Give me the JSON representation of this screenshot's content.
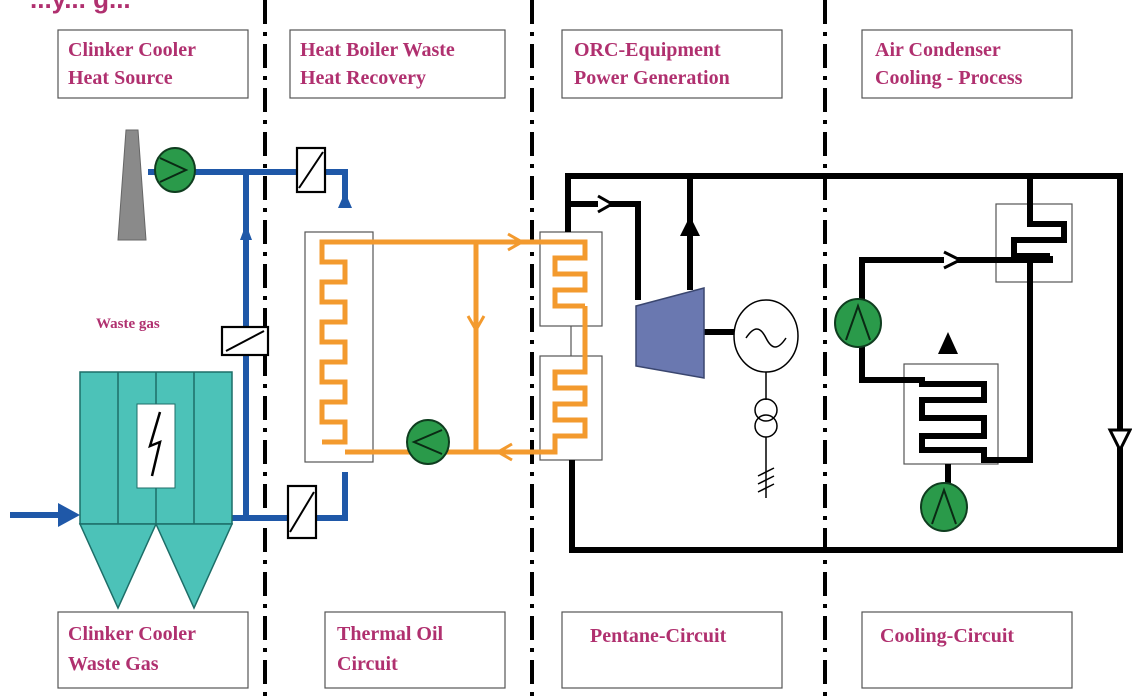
{
  "title_fragment": "...y... g...",
  "sections": [
    {
      "id": "clinker-cooler-heat-source",
      "lines": [
        "Clinker Cooler",
        "Heat Source"
      ]
    },
    {
      "id": "heat-boiler-waste-heat-recovery",
      "lines": [
        "Heat Boiler Waste",
        "Heat Recovery"
      ]
    },
    {
      "id": "orc-equipment-power-generation",
      "lines": [
        "ORC-Equipment",
        "Power Generation"
      ]
    },
    {
      "id": "air-condenser-cooling-process",
      "lines": [
        "Air Condenser",
        "Cooling - Process"
      ]
    }
  ],
  "circuits": [
    {
      "id": "clinker-cooler-waste-gas",
      "lines": [
        "Clinker Cooler",
        "Waste Gas"
      ]
    },
    {
      "id": "thermal-oil-circuit",
      "lines": [
        "Thermal Oil",
        "Circuit"
      ]
    },
    {
      "id": "pentane-circuit",
      "lines": [
        "Pentane-Circuit"
      ]
    },
    {
      "id": "cooling-circuit",
      "lines": [
        "Cooling-Circuit"
      ]
    }
  ],
  "waste_gas_label": "Waste gas",
  "colors": {
    "label_text": "#b0306f",
    "waste_gas_pipe": "#1f58a8",
    "thermal_oil": "#f39a2e",
    "pentane_and_cooling": "#000000",
    "pump": "#2a9a4a",
    "filter": "#4cc2b8",
    "turbine": "#6a78b0",
    "stack": "#8a8a8a"
  }
}
